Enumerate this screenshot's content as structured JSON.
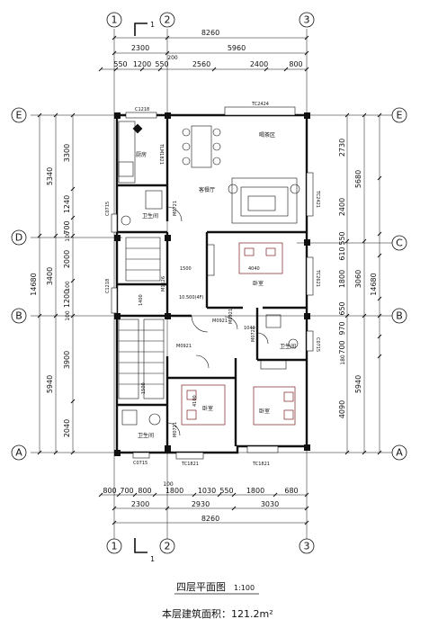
{
  "drawing": {
    "title": "四层平面图",
    "scale": "1:100",
    "area_label": "本层建筑面积：121.2m²",
    "section_mark": "1"
  },
  "axes": {
    "vertical": [
      "1",
      "2",
      "3"
    ],
    "horizontal_left": [
      "E",
      "D",
      "B",
      "A"
    ],
    "horizontal_right": [
      "E",
      "C",
      "B",
      "A"
    ]
  },
  "dimensions": {
    "top_total": "8260",
    "top_axis": [
      "2300",
      "5960"
    ],
    "top_detail": [
      "550",
      "1200",
      "550",
      "2560",
      "2400",
      "800"
    ],
    "top_small": "200",
    "bottom_detail": [
      "800",
      "700",
      "800",
      "1800",
      "1030",
      "550",
      "1800",
      "680"
    ],
    "bottom_small": "100",
    "bottom_axis": [
      "2300",
      "2930",
      "3030"
    ],
    "bottom_total": "8260",
    "left_total": "14680",
    "left_axis": [
      "5340",
      "3400",
      "5940"
    ],
    "left_detail": [
      "3300",
      "1240",
      "700",
      "2000",
      "1200",
      "3900",
      "2040"
    ],
    "left_small": [
      "100",
      "100",
      "100"
    ],
    "right_total": "14680",
    "right_axis": [
      "5680",
      "3060",
      "5940"
    ],
    "right_detail": [
      "2730",
      "2400",
      "550",
      "610",
      "1800",
      "650",
      "970",
      "700",
      "4090"
    ],
    "right_small": "180"
  },
  "rooms": [
    {
      "id": "kitchen",
      "label": "厨房"
    },
    {
      "id": "dining-living",
      "label": "客餐厅"
    },
    {
      "id": "tea",
      "label": "喝茶区"
    },
    {
      "id": "bath1",
      "label": "卫生间"
    },
    {
      "id": "bedroom1",
      "label": "卧室"
    },
    {
      "id": "bath2",
      "label": "卫生间"
    },
    {
      "id": "bedroom2",
      "label": "卧室"
    },
    {
      "id": "bedroom3",
      "label": "卧室"
    },
    {
      "id": "bath3",
      "label": "卫生间"
    }
  ],
  "annotations": {
    "windows": [
      "C1218",
      "TC2424",
      "TC2421",
      "C0715",
      "TC2621",
      "C1218",
      "C0715",
      "C0715",
      "TC1821",
      "TC1821"
    ],
    "doors": [
      "TLM1821",
      "M0721",
      "M1126",
      "M0921",
      "M0921",
      "M0921",
      "M0721",
      "M0721"
    ],
    "misc": [
      "4040",
      "1500",
      "10.500(4F)",
      "1400",
      "1500",
      "1040",
      "4100"
    ]
  },
  "colors": {
    "line": "#111111",
    "background": "#ffffff",
    "bed": "#7a1f1f"
  }
}
